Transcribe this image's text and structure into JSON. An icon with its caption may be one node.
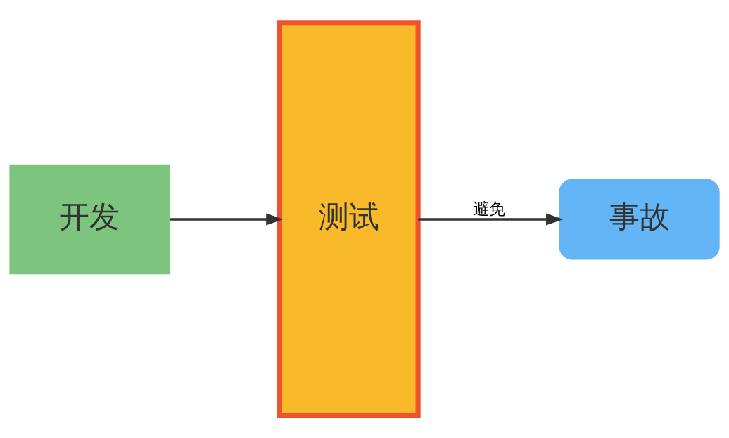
{
  "diagram": {
    "nodes": [
      {
        "text": [
          "开发"
        ]
      },
      {
        "text": [
          "测试"
        ]
      },
      {
        "text": [
          "事故"
        ]
      }
    ],
    "edges": [
      {
        "from": 0,
        "to": 1,
        "arrow": "to"
      },
      {
        "from": 1,
        "to": 2,
        "arrow": "to",
        "label": "避免"
      }
    ]
  }
}
